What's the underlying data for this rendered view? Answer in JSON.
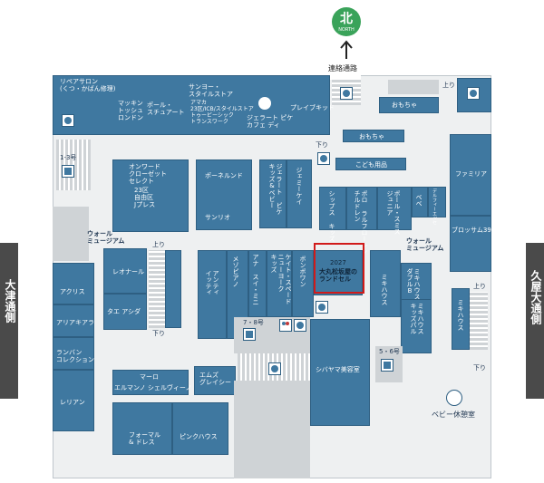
{
  "compass": {
    "kanji": "北",
    "sub": "NORTH"
  },
  "connector": "連絡通路",
  "streets": {
    "left": "大津通側",
    "right": "久屋大通側"
  },
  "shops": {
    "repair": "リペアサロン\n(くつ・かばん修理)",
    "mackintosh": "マッキン\nトッシュ\nロンドン",
    "paul": "ポール・\nスチュアート",
    "sanyo": "サンヨー・\nスタイルストア",
    "sanyo_sub": "アマカ\n23区/ICB/スタイルストア\nトゥービーシック\nトランスワーク",
    "gelato": "ジェラート ピケ\nカフェ ディ",
    "playkids": "プレイブキッド",
    "omocha1": "おもちゃ",
    "omocha2": "おもちゃ",
    "kodomo": "こども用品",
    "familiar": "ファミリア",
    "onward": "オンワード\nクローゼット\nセレクト",
    "onward_sub": "23区\n自由区\nJプレス",
    "ponnell": "ポーネルンド",
    "sanriyo": "サンリオ",
    "gelato2": "ジェラート ピケ\nキッズ&ベビー",
    "jimmy": "ジェミーケイ",
    "chips": "シップス キッズ",
    "polo": "ポロ ラルフローレン\nチルドレン",
    "paulsmith": "ポール・スミス\nジュニア",
    "bebe": "ベベ",
    "deasiana": "デルフィーエッセ",
    "blossom": "ブロッサム39",
    "museum_left": "ウォール\nミュージアム",
    "museum_right": "ウォール\nミュージアム",
    "leonard": "レオナール",
    "taeashida": "タエ アシダ",
    "antimi": "アンティ\nイッティ",
    "mesopo": "メゾピアノ",
    "anaswi": "アナ スイ・ミニ",
    "kate": "ケイト・スペード\nニューヨーク\nキッズ",
    "ponpon": "ボンポワン",
    "landsel_year": "2027",
    "landsel": "大丸松坂屋の\nランドセル",
    "mikihouse1": "ミキハウス",
    "mikihouse2": "ミキハウス\nダブルB",
    "mikihouse3": "ミキハウス\nキッズパル",
    "mikihouse4": "ミキハウス",
    "aquris": "アクリス",
    "ariakiara": "アリアキアラ",
    "lanvin": "ランバン\nコレクション",
    "leilian": "レリアン",
    "marlo": "マーロ",
    "ermanno": "エルマンノ シェルヴィーノ",
    "emsgracy": "エムズ\nグレイシー",
    "shibayama": "シバヤマ美容室",
    "formal": "フォーマル\n& ドレス",
    "pinkhouse": "ピンクハウス",
    "babyroom": "ベビー休憩室"
  },
  "labels": {
    "up": "上り",
    "down": "下り",
    "ev13": "1-3号",
    "ev78": "7・8号",
    "ev56": "5・6号"
  }
}
